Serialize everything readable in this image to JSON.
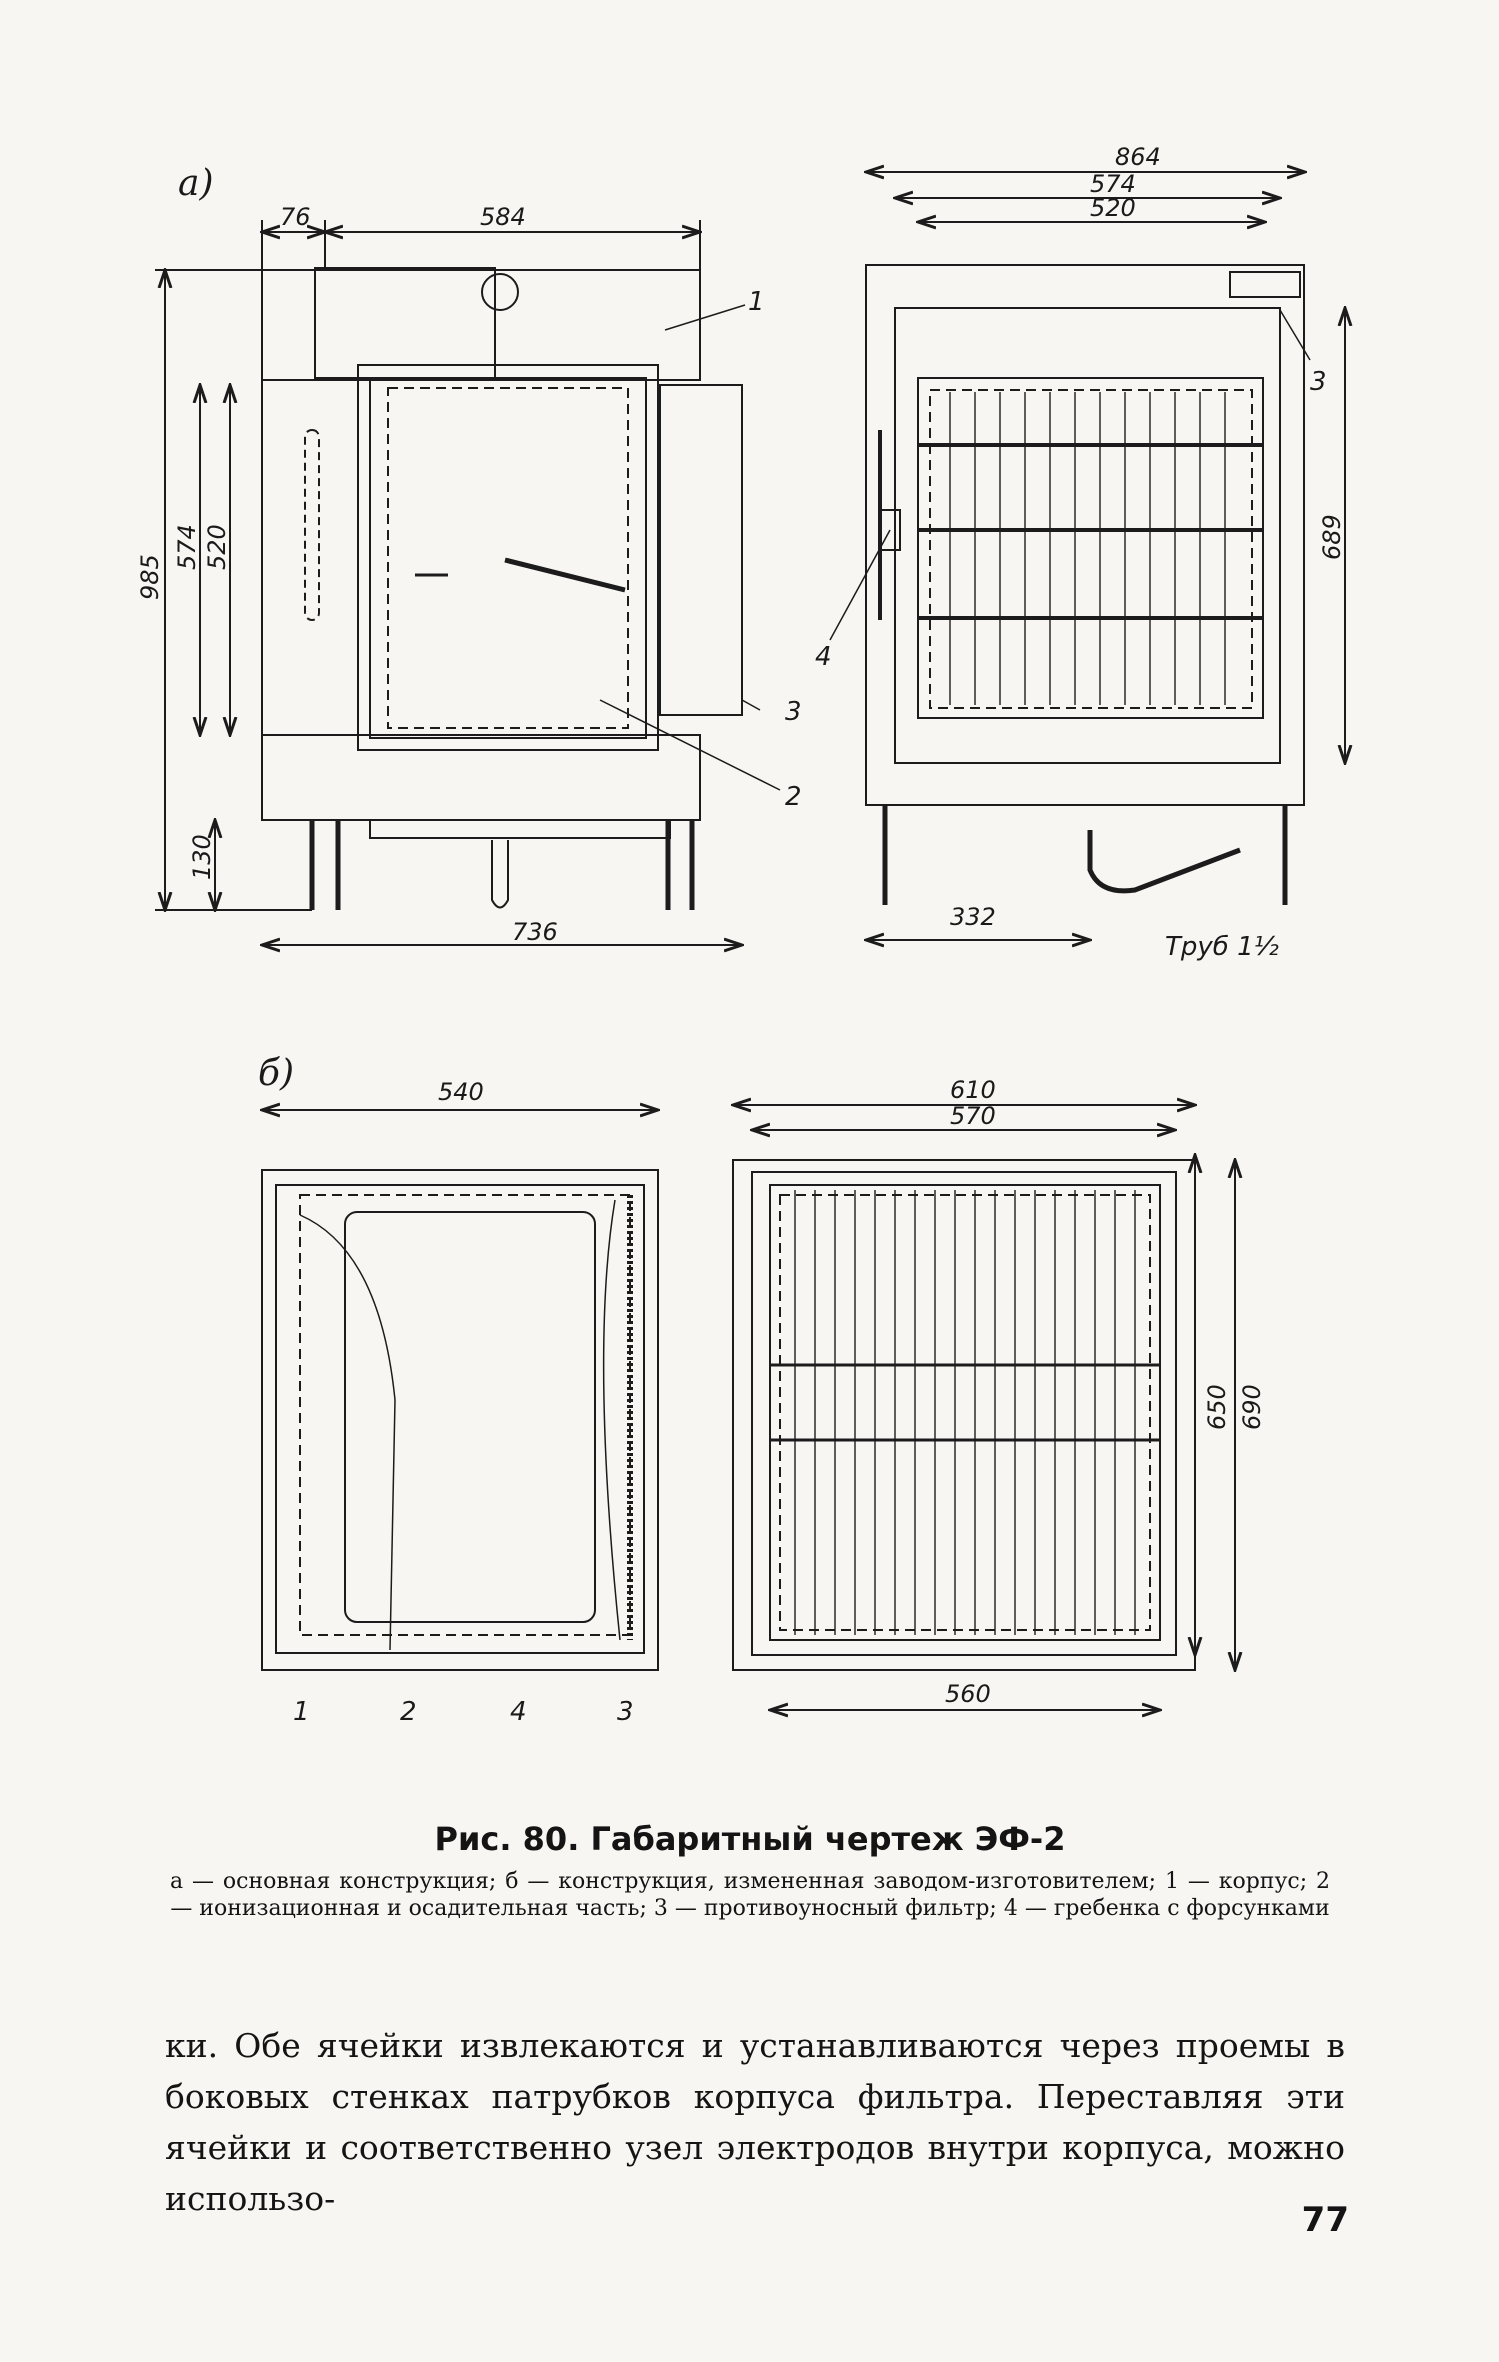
{
  "figure": {
    "tag_a": "а)",
    "tag_b": "б)",
    "view_a_side": {
      "dims": {
        "top_left": "76",
        "top": "584",
        "left_total": "985",
        "left_574": "574",
        "left_520": "520",
        "left_130": "130",
        "bottom": "736"
      },
      "callouts": [
        "1",
        "2",
        "3"
      ]
    },
    "view_a_front": {
      "dims": {
        "top_864": "864",
        "top_574": "574",
        "top_520": "520",
        "right": "689",
        "bottom": "332"
      },
      "callouts": [
        "3",
        "4"
      ],
      "pipe_label": "Труб 1½"
    },
    "view_b_side": {
      "dims": {
        "top": "540"
      },
      "callouts": [
        "1",
        "2",
        "4",
        "3"
      ]
    },
    "view_b_front": {
      "dims": {
        "top_610": "610",
        "top_570": "570",
        "right_650": "650",
        "right_690": "690",
        "bottom": "560"
      }
    }
  },
  "caption": {
    "title": "Рис. 80. Габаритный чертеж ЭФ-2",
    "legend": "а — основная конструкция; б — конструкция, измененная заводом-изготовителем; 1 — корпус;   2 — ионизационная и осадительная часть;   3 — противоуносный фильтр; 4 — гребенка с форсунками"
  },
  "body_text": "ки. Обе ячейки извлекаются и устанавливаются через проемы в боковых стенках патрубков корпуса фильтра. Переставляя эти ячейки и соответственно узел электродов внутри корпуса, можно использо-",
  "page_number": "77"
}
